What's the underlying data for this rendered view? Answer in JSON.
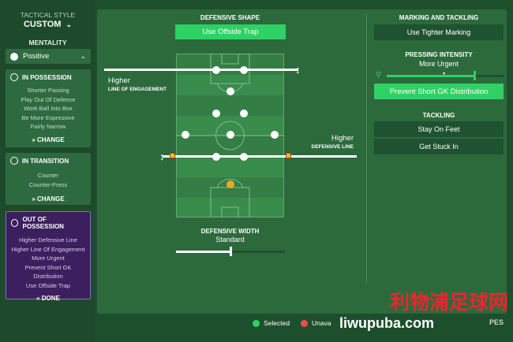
{
  "sidebar": {
    "tactical_style_label": "TACTICAL STYLE",
    "tactical_style_value": "CUSTOM",
    "mentality_label": "MENTALITY",
    "mentality_value": "Positive",
    "in_possession": {
      "title": "IN POSSESSION",
      "items": [
        "Shorter Passing",
        "Play Out Of Defence",
        "Work Ball Into Box",
        "Be More Expressive",
        "Fairly Narrow"
      ],
      "button": "CHANGE"
    },
    "in_transition": {
      "title": "IN TRANSITION",
      "items": [
        "Counter",
        "Counter-Press"
      ],
      "button": "CHANGE"
    },
    "out_of_possession": {
      "title": "OUT OF POSSESSION",
      "items": [
        "Higher Defensive Line",
        "Higher Line Of Engagement",
        "More Urgent",
        "Prevent Short GK",
        "Distribution",
        "Use Offside Trap"
      ],
      "button": "DONE"
    }
  },
  "defensive_shape": {
    "title": "DEFENSIVE SHAPE",
    "offside_button": "Use Offside Trap",
    "engagement_value": "Higher",
    "engagement_label": "LINE OF ENGAGEMENT",
    "defensive_line_value": "Higher",
    "defensive_line_label": "DEFENSIVE LINE",
    "width_title": "DEFENSIVE WIDTH",
    "width_value": "Standard",
    "width_level": 0.5
  },
  "marking": {
    "title": "MARKING AND TACKLING",
    "tighter_marking": "Use Tighter Marking",
    "pressing_title": "PRESSING INTENSITY",
    "pressing_value": "More Urgent",
    "pressing_level": 0.75,
    "prevent_gk": "Prevent Short GK Distribution",
    "tackling_title": "TACKLING",
    "stay_on_feet": "Stay On Feet",
    "get_stuck_in": "Get Stuck In"
  },
  "legend": {
    "selected": "Selected",
    "unavailable": "Unava",
    "selected_color": "#2fd165",
    "unavailable_color": "#e8514a"
  },
  "watermark": {
    "chinese": "利物浦足球网",
    "url": "liwupuba.com",
    "corner": "PES"
  }
}
